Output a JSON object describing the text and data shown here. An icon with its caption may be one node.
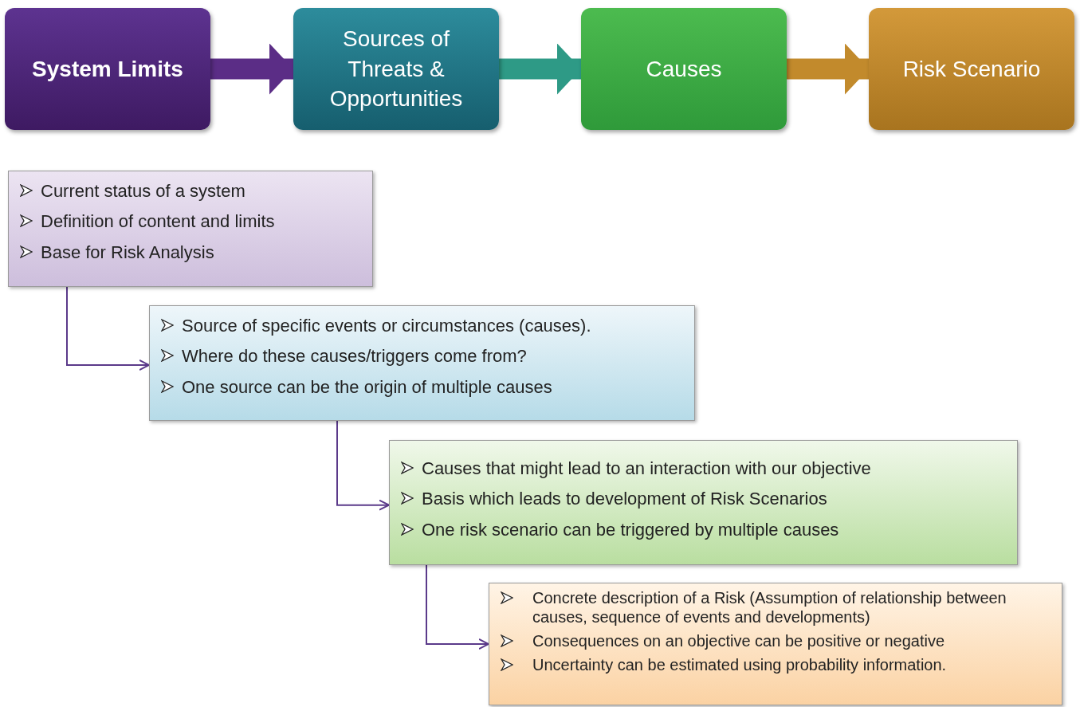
{
  "diagram": {
    "nodes": [
      {
        "text": [
          "System Limits"
        ]
      },
      {
        "text": [
          "Sources of Threats & Opportunities"
        ]
      },
      {
        "text": [
          "Causes"
        ]
      },
      {
        "text": [
          "Risk Scenario"
        ]
      },
      {
        "text": [
          "Current status of a system",
          "Definition of content and limits",
          "Base for Risk Analysis"
        ]
      },
      {
        "text": [
          "Source of specific events or circumstances (causes).",
          "Where do these causes/triggers come from?",
          "One source can be the origin of multiple causes"
        ]
      },
      {
        "text": [
          "Causes that might lead to an interaction with our objective",
          "Basis which leads to development of Risk Scenarios",
          "One risk scenario can be triggered by multiple causes"
        ]
      },
      {
        "text": [
          "Concrete description of a Risk (Assumption of relationship between causes, sequence of events and developments)",
          "Consequences on an objective can be positive or negative",
          "Uncertainty can be estimated using probability information."
        ]
      }
    ],
    "edges": [
      {
        "from": 0,
        "to": 1,
        "arrow": "to",
        "style": "thick",
        "color": "#5b2d86"
      },
      {
        "from": 1,
        "to": 2,
        "arrow": "to",
        "style": "thick",
        "color": "#2e9a86"
      },
      {
        "from": 2,
        "to": 3,
        "arrow": "to",
        "style": "thick",
        "color": "#c28a2c"
      },
      {
        "from": 4,
        "to": 5,
        "arrow": "to"
      },
      {
        "from": 5,
        "to": 6,
        "arrow": "to"
      },
      {
        "from": 6,
        "to": 7,
        "arrow": "to"
      }
    ]
  }
}
